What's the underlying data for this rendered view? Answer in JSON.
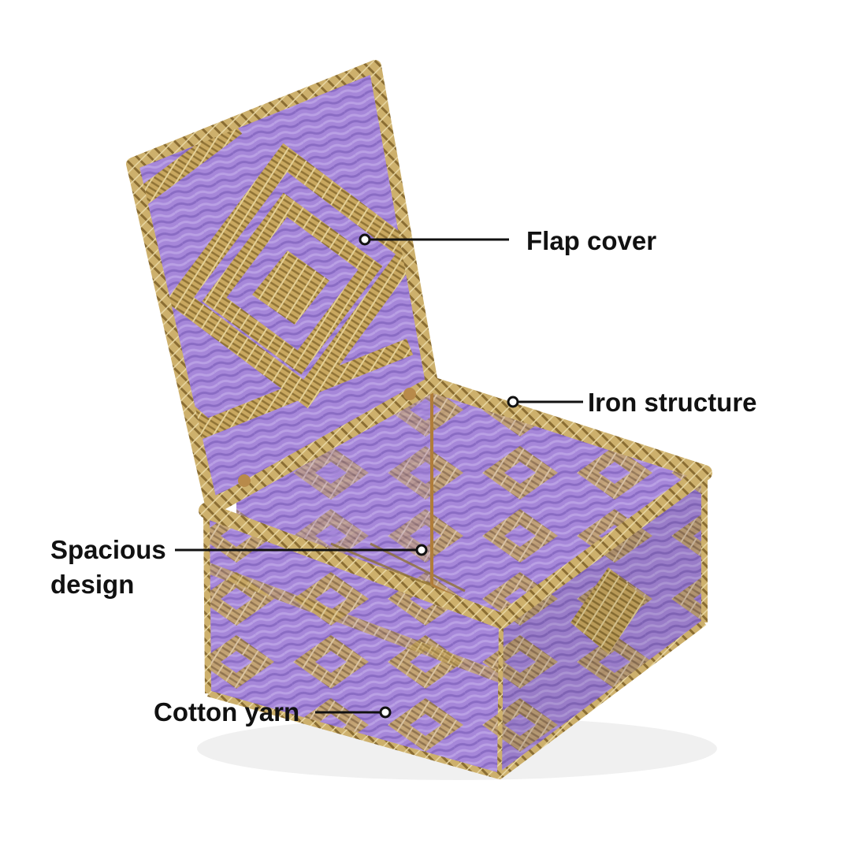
{
  "callouts": {
    "flap_cover": "Flap cover",
    "iron_structure": "Iron structure",
    "spacious_line1": "Spacious",
    "spacious_line2": "design",
    "cotton_yarn": "Cotton yarn"
  },
  "colors": {
    "lavender": "#a687d9",
    "lavender_dark": "#8a6cc4",
    "gold": "#c9a860",
    "gold_dark": "#8f7336",
    "gold_light": "#e3cf96",
    "line": "#111111",
    "background": "#ffffff"
  }
}
